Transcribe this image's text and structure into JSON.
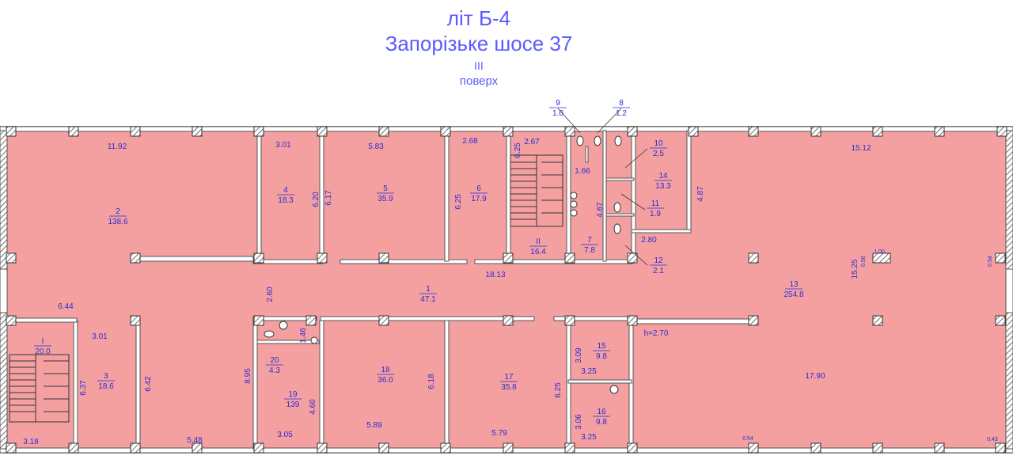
{
  "title": {
    "line1": "літ Б-4",
    "line2": "Запорізьке шосе 37",
    "floor_roman": "III",
    "floor_word": "поверх"
  },
  "colors": {
    "room_fill": "#f4a0a0",
    "wall": "#ffffff",
    "wall_outline": "#555555",
    "window": "#f7a85a",
    "text": "#2b2bd6",
    "title_text": "#5b5bff"
  },
  "rooms": [
    {
      "id": "r1",
      "number": "1",
      "area": "47.1"
    },
    {
      "id": "r2",
      "number": "2",
      "area": "138.6"
    },
    {
      "id": "r3",
      "number": "3",
      "area": "18.6"
    },
    {
      "id": "r4",
      "number": "4",
      "area": "18.3"
    },
    {
      "id": "r5",
      "number": "5",
      "area": "35.9"
    },
    {
      "id": "r6",
      "number": "6",
      "area": "17.9"
    },
    {
      "id": "r7",
      "number": "7",
      "area": "7.8"
    },
    {
      "id": "r8",
      "number": "8",
      "area": "1.2"
    },
    {
      "id": "r9",
      "number": "9",
      "area": "1.0"
    },
    {
      "id": "r10",
      "number": "10",
      "area": "2.5"
    },
    {
      "id": "r11",
      "number": "11",
      "area": "1.9"
    },
    {
      "id": "r12",
      "number": "12",
      "area": "2.1"
    },
    {
      "id": "r13",
      "number": "13",
      "area": "254.8"
    },
    {
      "id": "r14",
      "number": "14",
      "area": "13.3"
    },
    {
      "id": "r15",
      "number": "15",
      "area": "9.8"
    },
    {
      "id": "r16",
      "number": "16",
      "area": "9.8"
    },
    {
      "id": "r17",
      "number": "17",
      "area": "35.8"
    },
    {
      "id": "r18",
      "number": "18",
      "area": "36.0"
    },
    {
      "id": "r19",
      "number": "19",
      "area": "139"
    },
    {
      "id": "r20",
      "number": "20",
      "area": "4.3"
    },
    {
      "id": "rI",
      "number": "I",
      "area": "20.0"
    },
    {
      "id": "rII",
      "number": "II",
      "area": "16.4"
    }
  ],
  "dimensions": [
    "11.92",
    "3.01",
    "6.20",
    "6.17",
    "5.83",
    "6.25",
    "2.68",
    "6.25",
    "2.67",
    "1.66",
    "4.67",
    "4.87",
    "15.12",
    "15.25",
    "0.56",
    "1.00",
    "0.54",
    "2.80",
    "18.13",
    "2.60",
    "6.44",
    "3.01",
    "6.37",
    "6.42",
    "3.18",
    "5.48",
    "8.95",
    "1.46",
    "4.60",
    "3.05",
    "6.18",
    "5.89",
    "5.79",
    "6.25",
    "3.09",
    "3.25",
    "3.06",
    "3.25",
    "h=2.70",
    "17.90",
    "0.54",
    "0.43"
  ]
}
